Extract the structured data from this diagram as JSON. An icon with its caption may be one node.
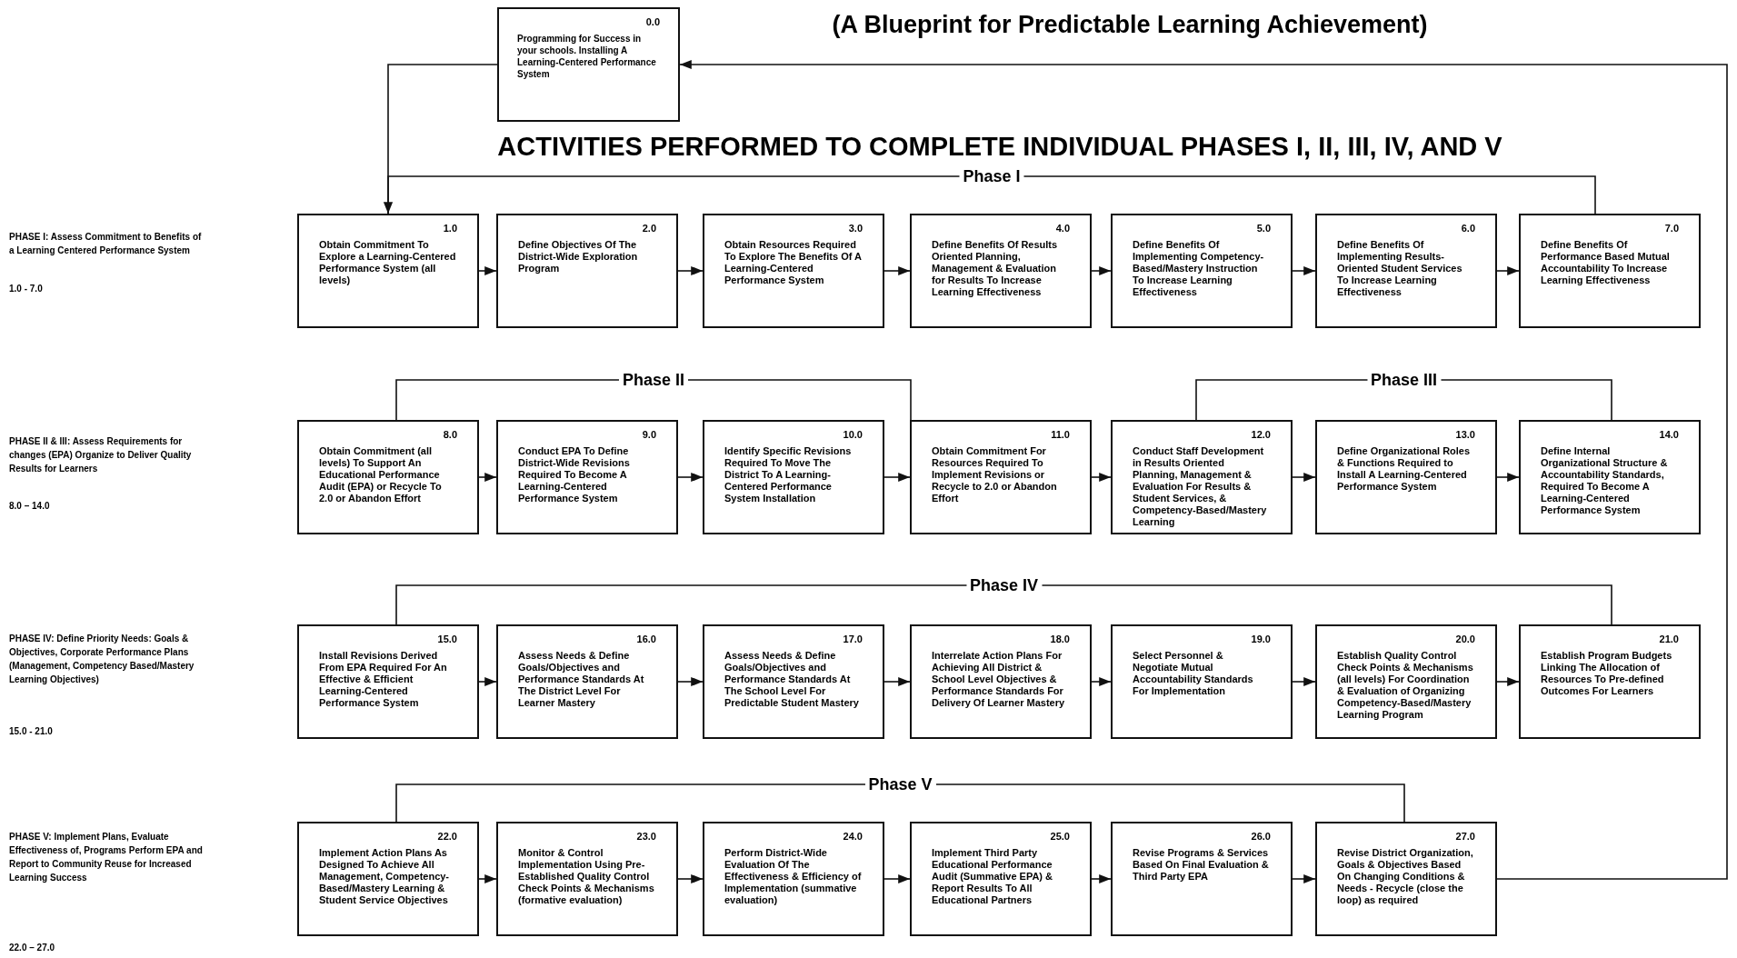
{
  "diagram": {
    "title": "(A Blueprint for Predictable Learning Achievement)",
    "nodes": [
      {
        "text": [
          "0.0",
          "Programming for Success in your schools. Installing A Learning-Centered Performance System"
        ]
      },
      {
        "text": [
          "1.0",
          "Obtain Commitment To Explore a Learning-Centered Performance System (all levels)"
        ]
      },
      {
        "text": [
          "2.0",
          "Define Objectives Of The District-Wide Exploration Program"
        ]
      },
      {
        "text": [
          "3.0",
          "Obtain Resources Required To Explore The Benefits Of A Learning-Centered Performance System"
        ]
      },
      {
        "text": [
          "4.0",
          "Define Benefits Of Results Oriented Planning, Management & Evaluation for Results To Increase Learning Effectiveness"
        ]
      },
      {
        "text": [
          "5.0",
          "Define Benefits Of Implementing Competency-Based/Mastery Instruction To Increase Learning Effectiveness"
        ]
      },
      {
        "text": [
          "6.0",
          "Define Benefits Of Implementing Results-Oriented Student Services To Increase Learning Effectiveness"
        ]
      },
      {
        "text": [
          "7.0",
          "Define Benefits Of Performance Based Mutual Accountability To Increase Learning Effectiveness"
        ]
      },
      {
        "text": [
          "8.0",
          "Obtain Commitment (all levels) To Support An Educational Performance Audit (EPA) or Recycle To 2.0 or Abandon Effort"
        ]
      },
      {
        "text": [
          "9.0",
          "Conduct EPA To Define District-Wide Revisions Required To Become A Learning-Centered Performance System"
        ]
      },
      {
        "text": [
          "10.0",
          "Identify Specific Revisions Required To Move The District To A Learning-Centered Performance System Installation"
        ]
      },
      {
        "text": [
          "11.0",
          "Obtain Commitment For Resources Required To Implement Revisions or Recycle to 2.0 or Abandon Effort"
        ]
      },
      {
        "text": [
          "12.0",
          "Conduct Staff Development in Results Oriented Planning, Management & Evaluation For Results & Student Services, & Competency-Based/Mastery Learning"
        ]
      },
      {
        "text": [
          "13.0",
          "Define Organizational Roles & Functions Required to Install A Learning-Centered Performance System"
        ]
      },
      {
        "text": [
          "14.0",
          "Define Internal Organizational Structure & Accountability Standards, Required To Become A Learning-Centered Performance System"
        ]
      },
      {
        "text": [
          "15.0",
          "Install Revisions Derived From EPA Required For An Effective & Efficient Learning-Centered Performance System"
        ]
      },
      {
        "text": [
          "16.0",
          "Assess Needs & Define Goals/Objectives and Performance Standards At The District Level For Learner Mastery"
        ]
      },
      {
        "text": [
          "17.0",
          "Assess Needs & Define Goals/Objectives and Performance Standards At The School Level For Predictable Student Mastery"
        ]
      },
      {
        "text": [
          "18.0",
          "Interrelate Action Plans For Achieving All District & School Level Objectives & Performance Standards For Delivery Of Learner Mastery"
        ]
      },
      {
        "text": [
          "19.0",
          "Select Personnel & Negotiate Mutual Accountability Standards For Implementation"
        ]
      },
      {
        "text": [
          "20.0",
          "Establish Quality Control Check Points & Mechanisms (all levels) For Coordination & Evaluation of Organizing Competency-Based/Mastery Learning Program"
        ]
      },
      {
        "text": [
          "21.0",
          "Establish Program Budgets Linking The Allocation of Resources To Pre-defined Outcomes For Learners"
        ]
      },
      {
        "text": [
          "22.0",
          "Implement Action Plans As Designed To Achieve All Management, Competency-Based/Mastery Learning & Student Service Objectives"
        ]
      },
      {
        "text": [
          "23.0",
          "Monitor & Control Implementation Using Pre-Established Quality Control Check Points & Mechanisms (formative evaluation)"
        ]
      },
      {
        "text": [
          "24.0",
          "Perform District-Wide Evaluation Of The Effectiveness & Efficiency of Implementation (summative evaluation)"
        ]
      },
      {
        "text": [
          "25.0",
          "Implement Third Party Educational Performance Audit (Summative EPA) & Report Results To All Educational Partners"
        ]
      },
      {
        "text": [
          "26.0",
          "Revise Programs & Services Based On Final Evaluation & Third Party EPA"
        ]
      },
      {
        "text": [
          "27.0",
          "Revise District Organization, Goals & Objectives Based On Changing Conditions & Needs - Recycle (close the loop) as required"
        ]
      }
    ],
    "edges": [
      {
        "from": 0,
        "to": 1,
        "arrow": "to"
      },
      {
        "from": 1,
        "to": 2,
        "arrow": "to"
      },
      {
        "from": 2,
        "to": 3,
        "arrow": "to"
      },
      {
        "from": 3,
        "to": 4,
        "arrow": "to"
      },
      {
        "from": 4,
        "to": 5,
        "arrow": "to"
      },
      {
        "from": 5,
        "to": 6,
        "arrow": "to"
      },
      {
        "from": 6,
        "to": 7,
        "arrow": "to"
      },
      {
        "from": 8,
        "to": 9,
        "arrow": "to"
      },
      {
        "from": 9,
        "to": 10,
        "arrow": "to"
      },
      {
        "from": 10,
        "to": 11,
        "arrow": "to"
      },
      {
        "from": 11,
        "to": 12,
        "arrow": "to"
      },
      {
        "from": 12,
        "to": 13,
        "arrow": "to"
      },
      {
        "from": 13,
        "to": 14,
        "arrow": "to"
      },
      {
        "from": 15,
        "to": 16,
        "arrow": "to"
      },
      {
        "from": 16,
        "to": 17,
        "arrow": "to"
      },
      {
        "from": 17,
        "to": 18,
        "arrow": "to"
      },
      {
        "from": 18,
        "to": 19,
        "arrow": "to"
      },
      {
        "from": 19,
        "to": 20,
        "arrow": "to"
      },
      {
        "from": 20,
        "to": 21,
        "arrow": "to"
      },
      {
        "from": 22,
        "to": 23,
        "arrow": "to"
      },
      {
        "from": 23,
        "to": 24,
        "arrow": "to"
      },
      {
        "from": 24,
        "to": 25,
        "arrow": "to"
      },
      {
        "from": 25,
        "to": 26,
        "arrow": "to"
      },
      {
        "from": 26,
        "to": 27,
        "arrow": "to"
      },
      {
        "from": 27,
        "to": 0,
        "arrow": "to"
      }
    ],
    "labels": [
      "ACTIVITIES PERFORMED TO COMPLETE INDIVIDUAL PHASES I, II, III, IV, AND V",
      "PHASE I: Assess Commitment to Benefits of a Learning Centered Performance System",
      "1.0 - 7.0",
      "Phase I",
      "PHASE II & III: Assess Requirements for changes (EPA) Organize to Deliver Quality Results for Learners",
      "8.0 – 14.0",
      "Phase II",
      "Phase III",
      "PHASE IV: Define Priority Needs: Goals & Objectives, Corporate Performance Plans (Management, Competency Based/Mastery Learning Objectives)",
      "15.0 - 21.0",
      "Phase IV",
      "PHASE V: Implement Plans, Evaluate Effectiveness of, Programs Perform EPA and Report to Community Reuse for Increased Learning Success",
      "22.0 – 27.0",
      "Phase V"
    ]
  }
}
